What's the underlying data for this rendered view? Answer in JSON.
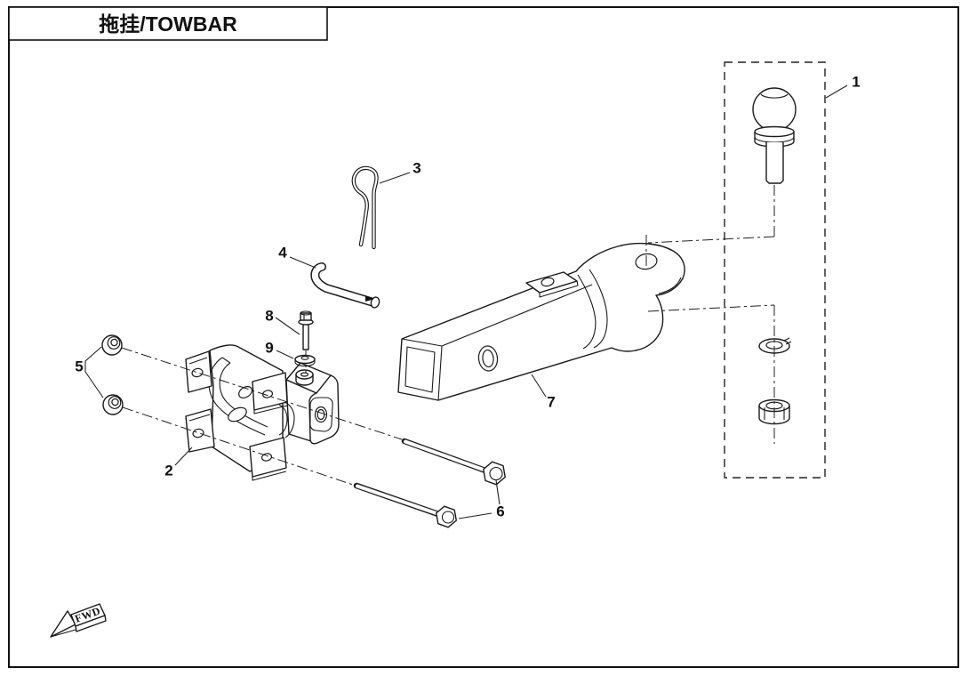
{
  "title": "拖挂/TOWBAR",
  "fwd_label": "FWD",
  "callouts": [
    {
      "label": "1"
    },
    {
      "label": "2"
    },
    {
      "label": "3"
    },
    {
      "label": "4"
    },
    {
      "label": "5"
    },
    {
      "label": "6"
    },
    {
      "label": "7"
    },
    {
      "label": "8"
    },
    {
      "label": "9"
    }
  ],
  "colors": {
    "line": "#1a1a1a",
    "background": "#ffffff"
  }
}
